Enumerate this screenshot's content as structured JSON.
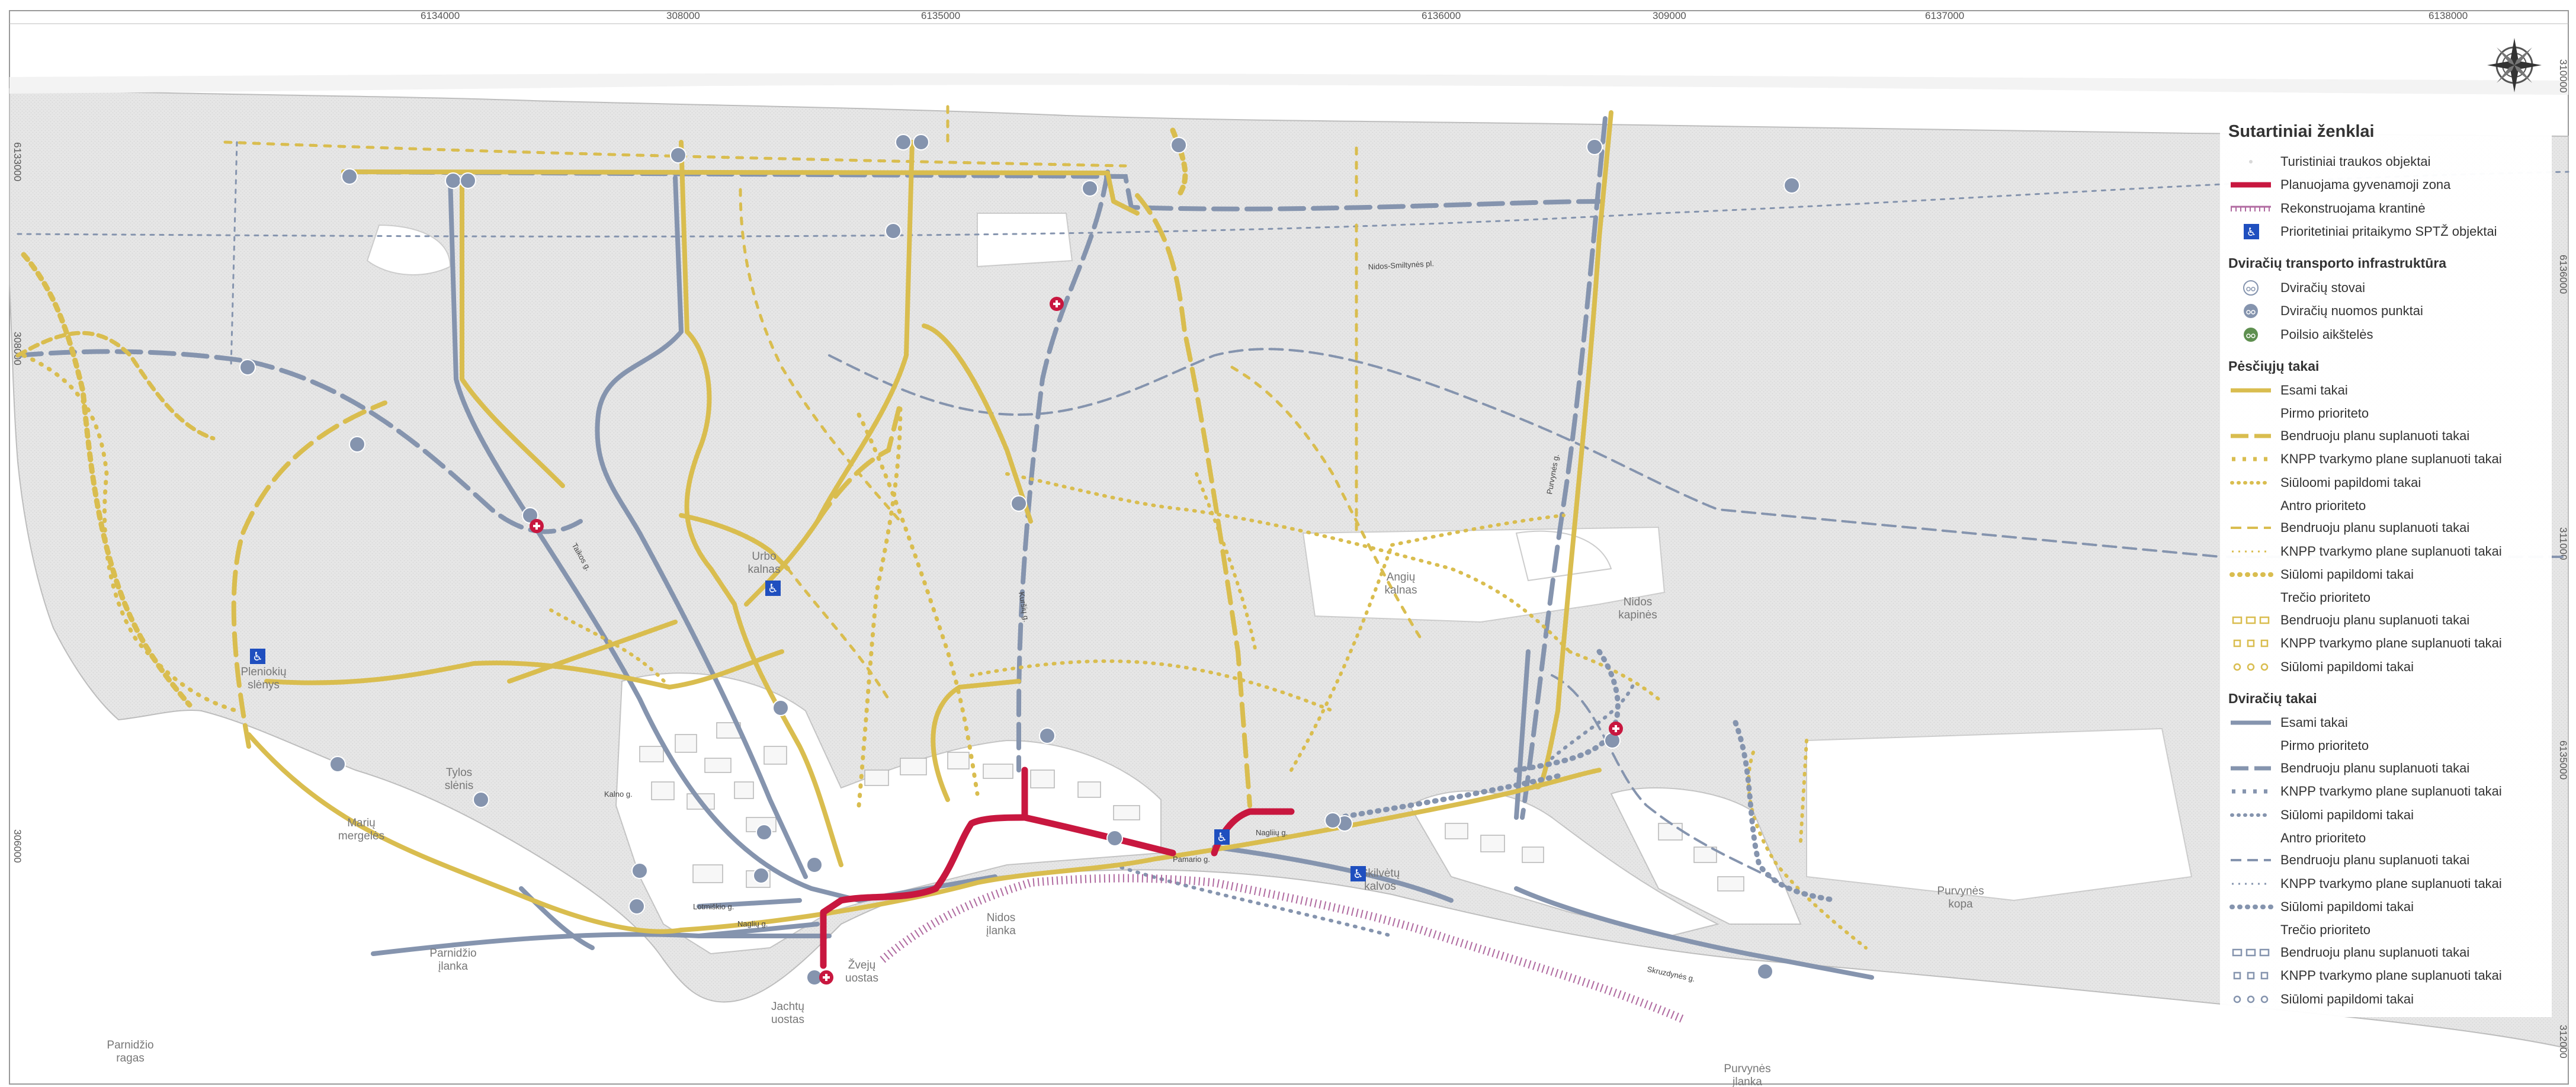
{
  "map": {
    "top_coordinates": [
      "6134000",
      "308000",
      "6135000",
      "6136000",
      "309000",
      "6137000",
      "6138000"
    ],
    "right_coordinates": [
      "310000",
      "6136000",
      "311000",
      "6135000",
      "312000"
    ],
    "left_coordinates": [
      "6133000",
      "308000",
      "306000"
    ],
    "street_labels": [
      "Nidos-Smiltynės pl.",
      "Taikos g.",
      "Kuršių g.",
      "Kalno g.",
      "Lotmiškio g.",
      "Naglių g.",
      "Pamario g.",
      "Nagliių g.",
      "Purvynės g.",
      "Skruzdynės g."
    ],
    "place_labels": [
      {
        "name": "Urbo",
        "name2": "kalnas"
      },
      {
        "name": "Angių",
        "name2": "kalnas"
      },
      {
        "name": "Nidos",
        "name2": "kapinės"
      },
      {
        "name": "Pleniokių",
        "name2": "slėnys"
      },
      {
        "name": "Tylos",
        "name2": "slėnis"
      },
      {
        "name": "Marių",
        "name2": "mergelės"
      },
      {
        "name": "Parnidžio",
        "name2": "įlanka"
      },
      {
        "name": "Parnidžio",
        "name2": "ragas"
      },
      {
        "name": "Nidos",
        "name2": "įlanka"
      },
      {
        "name": "Žvejų",
        "name2": "uostas"
      },
      {
        "name": "Jachtų",
        "name2": "uostas"
      },
      {
        "name": "Skilvėtų",
        "name2": "kalvos"
      },
      {
        "name": "Purvynės",
        "name2": "kopa"
      },
      {
        "name": "Purvynės",
        "name2": "įlanka"
      }
    ],
    "colors": {
      "forest": "#e8e8e8",
      "walk": "#d9bd4f",
      "bike": "#8594ae",
      "residential": "#c8173f",
      "quay": "#b06aa0",
      "bike_parking": "#8594ae",
      "rest_area": "#5e8f4f",
      "accessibility": "#1f4fbf"
    }
  },
  "legend": {
    "title": "Sutartiniai ženklai",
    "general": [
      {
        "icon": "dot-icon",
        "label": "Turistiniai traukos objektai"
      },
      {
        "icon": "red-line",
        "label": "Planuojama gyvenamoji zona"
      },
      {
        "icon": "quay-line",
        "label": "Rekonstruojama krantinė"
      },
      {
        "icon": "accessibility-icon",
        "label": "Prioritetiniai pritaikymo SPTŽ objektai"
      }
    ],
    "bike_infra_title": "Dviračių transporto infrastruktūra",
    "bike_infra": [
      {
        "icon": "bike-parking-icon",
        "label": "Dviračių stovai"
      },
      {
        "icon": "bike-rental-icon",
        "label": "Dviračių nuomos punktai"
      },
      {
        "icon": "rest-area-icon",
        "label": "Poilsio aikštelės"
      }
    ],
    "walk_title": "Pėsčiųjų takai",
    "walk_existing": "Esami takai",
    "walk_groups": [
      {
        "priority": "Pirmo prioriteto",
        "items": [
          "Bendruoju planu suplanuoti takai",
          "KNPP tvarkymo plane suplanuoti takai",
          "Siūloomi papildomi takai"
        ]
      },
      {
        "priority": "Antro prioriteto",
        "items": [
          "Bendruoju planu suplanuoti takai",
          "KNPP tvarkymo plane suplanuoti takai",
          "Siūlomi papildomi takai"
        ]
      },
      {
        "priority": "Trečio prioriteto",
        "items": [
          "Bendruoju planu suplanuoti takai",
          "KNPP tvarkymo plane suplanuoti takai",
          "Siūlomi papildomi takai"
        ]
      }
    ],
    "bike_title": "Dviračių takai",
    "bike_existing": "Esami takai",
    "bike_groups": [
      {
        "priority": "Pirmo prioriteto",
        "items": [
          "Bendruoju planu suplanuoti takai",
          "KNPP tvarkymo plane suplanuoti takai",
          "Siūlomi papildomi takai"
        ]
      },
      {
        "priority": "Antro prioriteto",
        "items": [
          "Bendruoju planu suplanuoti takai",
          "KNPP tvarkymo plane suplanuoti takai",
          "Siūlomi papildomi takai"
        ]
      },
      {
        "priority": "Trečio prioriteto",
        "items": [
          "Bendruoju planu suplanuoti takai",
          "KNPP tvarkymo plane suplanuoti takai",
          "Siūlomi papildomi takai"
        ]
      }
    ]
  }
}
